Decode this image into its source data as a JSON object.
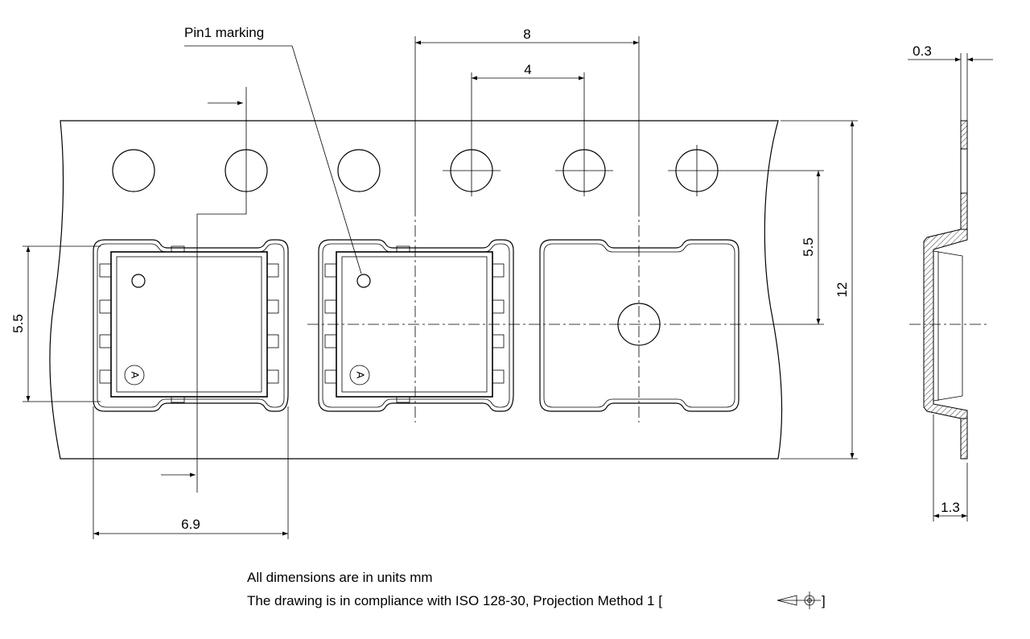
{
  "labels": {
    "pin1_marking": "Pin1 marking",
    "component_mark": "A"
  },
  "dimensions": {
    "pitch_8": "8",
    "pitch_4": "4",
    "thickness_0_3": "0.3",
    "offset_5_5_right": "5.5",
    "width_12": "12",
    "offset_5_5_left": "5.5",
    "pocket_6_9": "6.9",
    "depth_1_3": "1.3"
  },
  "notes": {
    "units": "All dimensions are in units mm",
    "compliance": "The drawing is in compliance with ISO 128-30, Projection Method 1 [",
    "compliance_end": "]"
  }
}
